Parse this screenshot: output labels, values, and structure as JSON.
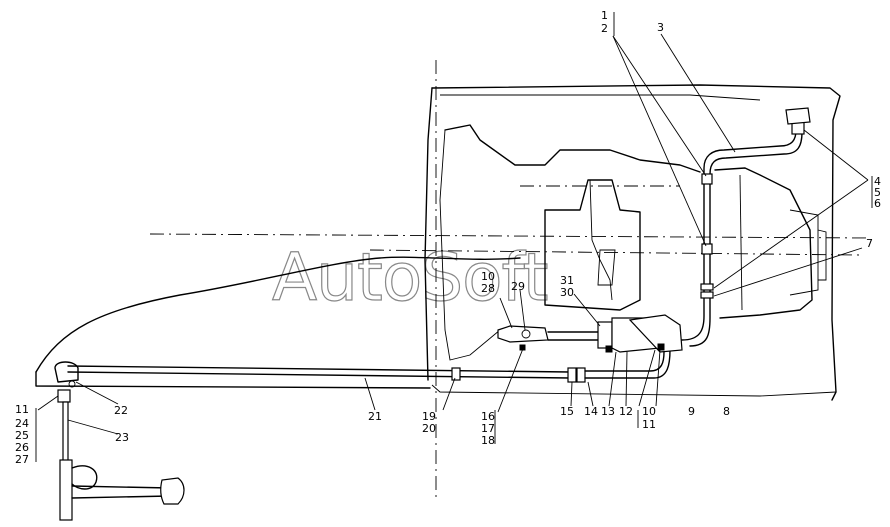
{
  "watermark": "AutoSoft",
  "callouts": {
    "c1": "1",
    "c2": "2",
    "c3": "3",
    "c4": "4",
    "c5": "5",
    "c6": "6",
    "c7": "7",
    "c8": "8",
    "c9": "9",
    "c10a": "10",
    "c10b": "10",
    "c11a": "11",
    "c11b": "11",
    "c12": "12",
    "c13": "13",
    "c14": "14",
    "c15": "15",
    "c16": "16",
    "c17": "17",
    "c18": "18",
    "c19": "19",
    "c20": "20",
    "c21": "21",
    "c22": "22",
    "c23": "23",
    "c24": "24",
    "c25": "25",
    "c26": "26",
    "c27": "27",
    "c28": "28",
    "c29": "29",
    "c30": "30",
    "c31": "31"
  }
}
